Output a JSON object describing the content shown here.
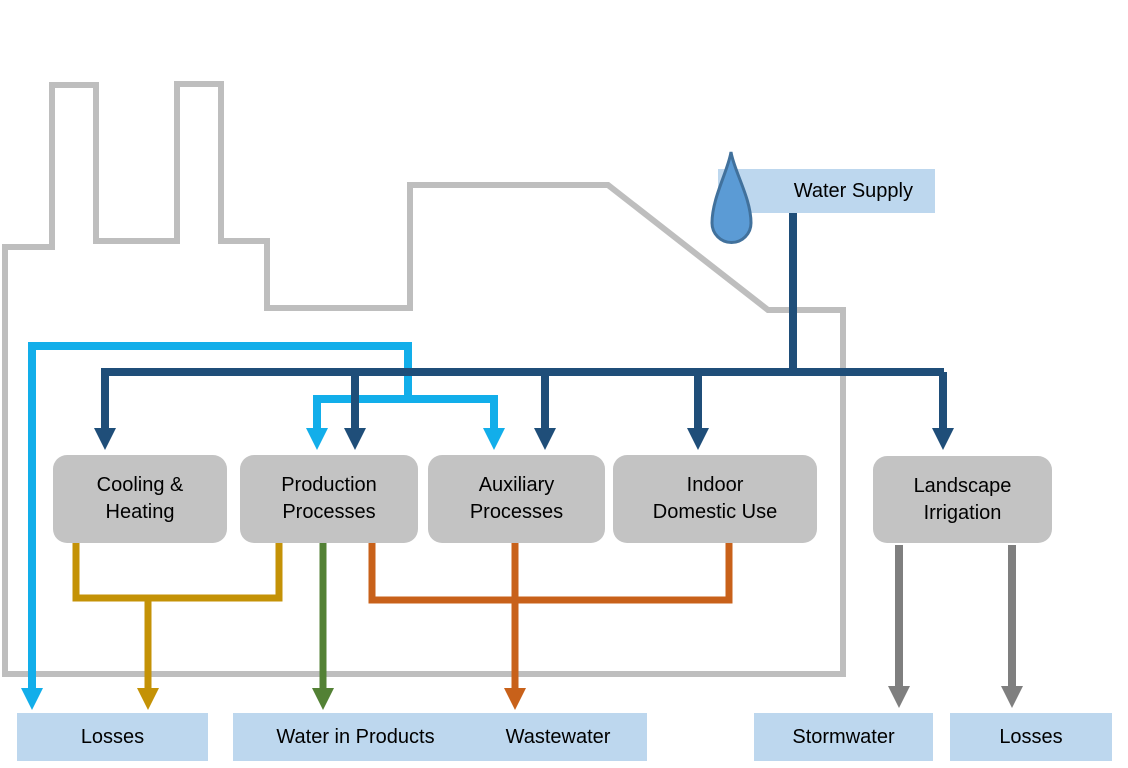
{
  "diagram": {
    "water_supply": {
      "label": "Water Supply",
      "icon": "water-drop-icon"
    },
    "process_boxes": [
      {
        "id": "cooling-heating",
        "line1": "Cooling &",
        "line2": "Heating"
      },
      {
        "id": "production-processes",
        "line1": "Production",
        "line2": "Processes"
      },
      {
        "id": "auxiliary-processes",
        "line1": "Auxiliary",
        "line2": "Processes"
      },
      {
        "id": "indoor-domestic-use",
        "line1": "Indoor",
        "line2": "Domestic Use"
      },
      {
        "id": "landscape-irrigation",
        "line1": "Landscape",
        "line2": "Irrigation"
      }
    ],
    "outputs": [
      {
        "id": "losses-left",
        "label": "Losses"
      },
      {
        "id": "water-in-products",
        "label": "Water in Products"
      },
      {
        "id": "wastewater",
        "label": "Wastewater"
      },
      {
        "id": "stormwater",
        "label": "Stormwater"
      },
      {
        "id": "losses-right",
        "label": "Losses"
      }
    ],
    "colors": {
      "navy": "#1F4E79",
      "cyan": "#12AEEA",
      "gold": "#C49206",
      "green": "#538135",
      "orange": "#C8611A",
      "gray_arrow": "#7F7F7F",
      "factory_gray": "#BEBEBE",
      "box_fill": "#C3C3C3",
      "label_fill": "#BDD7EE",
      "drop_fill": "#5B9BD5",
      "drop_edge": "#41719C"
    }
  }
}
